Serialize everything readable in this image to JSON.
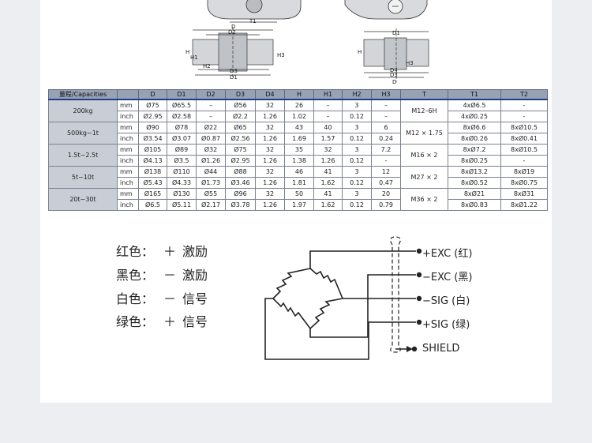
{
  "drawings": {
    "left_labels": [
      "T1",
      "D",
      "D2",
      "H",
      "H1",
      "H2",
      "H3",
      "D3",
      "D1"
    ],
    "right_labels": [
      "D1",
      "H",
      "D4",
      "D3",
      "H3",
      "D"
    ]
  },
  "table": {
    "headers": [
      "量程/Capacities",
      "",
      "D",
      "D1",
      "D2",
      "D3",
      "D4",
      "H",
      "H1",
      "H2",
      "H3",
      "T",
      "T1",
      "T2"
    ],
    "groups": [
      {
        "capacity": "200kg",
        "thread": "M12–6H",
        "rows": [
          {
            "unit": "mm",
            "values": [
              "Ø75",
              "Ø65.5",
              "–",
              "Ø56",
              "32",
              "26",
              "–",
              "3",
              "–"
            ],
            "t1": "4xØ6.5",
            "t2": "-"
          },
          {
            "unit": "inch",
            "values": [
              "Ø2.95",
              "Ø2.58",
              "–",
              "Ø2.2",
              "1.26",
              "1.02",
              "–",
              "0.12",
              "–"
            ],
            "t1": "4xØ0.25",
            "t2": "-"
          }
        ]
      },
      {
        "capacity": "500kg~1t",
        "thread": "M12 × 1.75",
        "rows": [
          {
            "unit": "mm",
            "values": [
              "Ø90",
              "Ø78",
              "Ø22",
              "Ø65",
              "32",
              "43",
              "40",
              "3",
              "6"
            ],
            "t1": "8xØ6.6",
            "t2": "8xØ10.5"
          },
          {
            "unit": "inch",
            "values": [
              "Ø3.54",
              "Ø3.07",
              "Ø0.87",
              "Ø2.56",
              "1.26",
              "1.69",
              "1.57",
              "0.12",
              "0.24"
            ],
            "t1": "8xØ0.26",
            "t2": "8xØ0.41"
          }
        ]
      },
      {
        "capacity": "1.5t~2.5t",
        "thread": "M16 × 2",
        "rows": [
          {
            "unit": "mm",
            "values": [
              "Ø105",
              "Ø89",
              "Ø32",
              "Ø75",
              "32",
              "35",
              "32",
              "3",
              "7.2"
            ],
            "t1": "8xØ7.2",
            "t2": "8xØ10.5"
          },
          {
            "unit": "inch",
            "values": [
              "Ø4.13",
              "Ø3.5",
              "Ø1.26",
              "Ø2.95",
              "1.26",
              "1.38",
              "1.26",
              "0.12",
              "-"
            ],
            "t1": "8xØ0.25",
            "t2": "-"
          }
        ]
      },
      {
        "capacity": "5t~10t",
        "thread": "M27 × 2",
        "rows": [
          {
            "unit": "mm",
            "values": [
              "Ø138",
              "Ø110",
              "Ø44",
              "Ø88",
              "32",
              "46",
              "41",
              "3",
              "12"
            ],
            "t1": "8xØ13.2",
            "t2": "8xØ19"
          },
          {
            "unit": "inch",
            "values": [
              "Ø5.43",
              "Ø4.33",
              "Ø1.73",
              "Ø3.46",
              "1.26",
              "1.81",
              "1.62",
              "0.12",
              "0.47"
            ],
            "t1": "8xØ0.52",
            "t2": "8xØ0.75"
          }
        ]
      },
      {
        "capacity": "20t~30t",
        "thread": "M36 × 2",
        "rows": [
          {
            "unit": "mm",
            "values": [
              "Ø165",
              "Ø130",
              "Ø55",
              "Ø96",
              "32",
              "50",
              "41",
              "3",
              "20"
            ],
            "t1": "8xØ21",
            "t2": "8xØ31"
          },
          {
            "unit": "inch",
            "values": [
              "Ø6.5",
              "Ø5.11",
              "Ø2.17",
              "Ø3.78",
              "1.26",
              "1.97",
              "1.62",
              "0.12",
              "0.79"
            ],
            "t1": "8xØ0.83",
            "t2": "8xØ1.22"
          }
        ]
      }
    ]
  },
  "wiring": {
    "legend": [
      {
        "color": "红色：",
        "sign": "＋",
        "meaning": "激励"
      },
      {
        "color": "黑色：",
        "sign": "－",
        "meaning": "激励"
      },
      {
        "color": "白色：",
        "sign": "－",
        "meaning": "信号"
      },
      {
        "color": "绿色：",
        "sign": "＋",
        "meaning": "信号"
      }
    ],
    "terminals": [
      "+EXC (红)",
      "−EXC (黑)",
      "−SIG (白)",
      "+SIG (绿)",
      "SHIELD"
    ]
  },
  "colors": {
    "header_bg": "#98a2b5",
    "capacity_bg": "#c9cdd5",
    "header_rule": "#1e3f8a",
    "page_bg": "#eceef1"
  }
}
